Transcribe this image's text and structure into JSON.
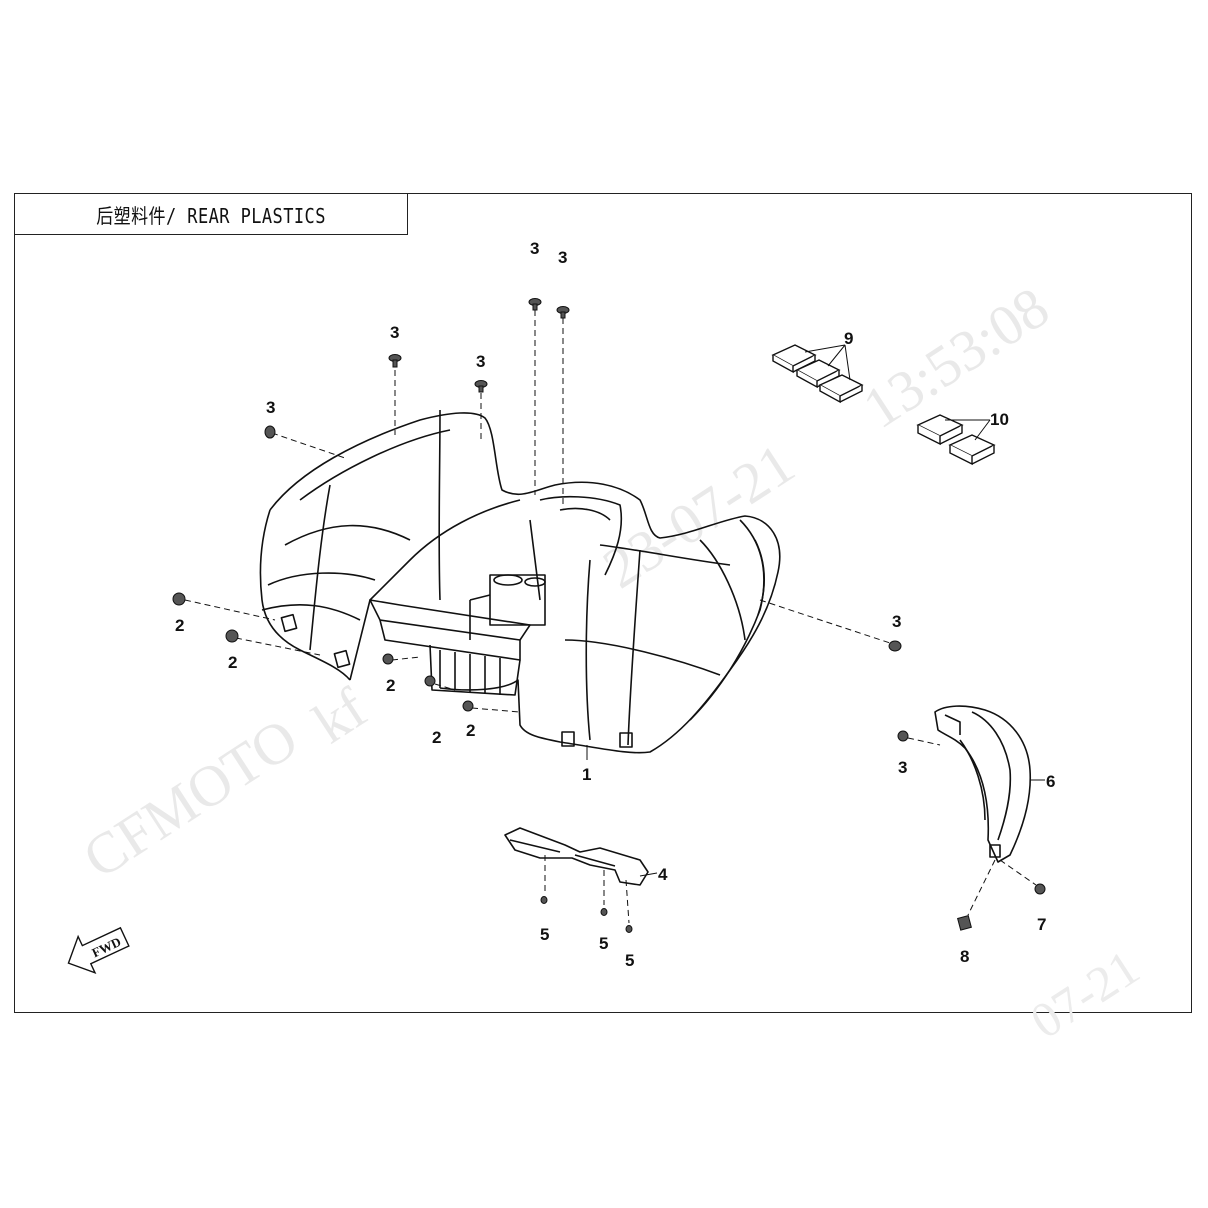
{
  "title": "后塑料件/ REAR PLASTICS",
  "watermark": {
    "brand": "CFMOTO",
    "fragment": "kf",
    "date": "23-07-21",
    "time": "13:53:08",
    "corner": "07-21"
  },
  "fwd_label": "FWD",
  "callouts": [
    "1",
    "2",
    "2",
    "2",
    "2",
    "2",
    "3",
    "3",
    "3",
    "3",
    "3",
    "3",
    "3",
    "4",
    "5",
    "5",
    "5",
    "6",
    "7",
    "8",
    "9",
    "10"
  ],
  "colors": {
    "line": "#111111",
    "watermark": "#e9e9e9"
  }
}
